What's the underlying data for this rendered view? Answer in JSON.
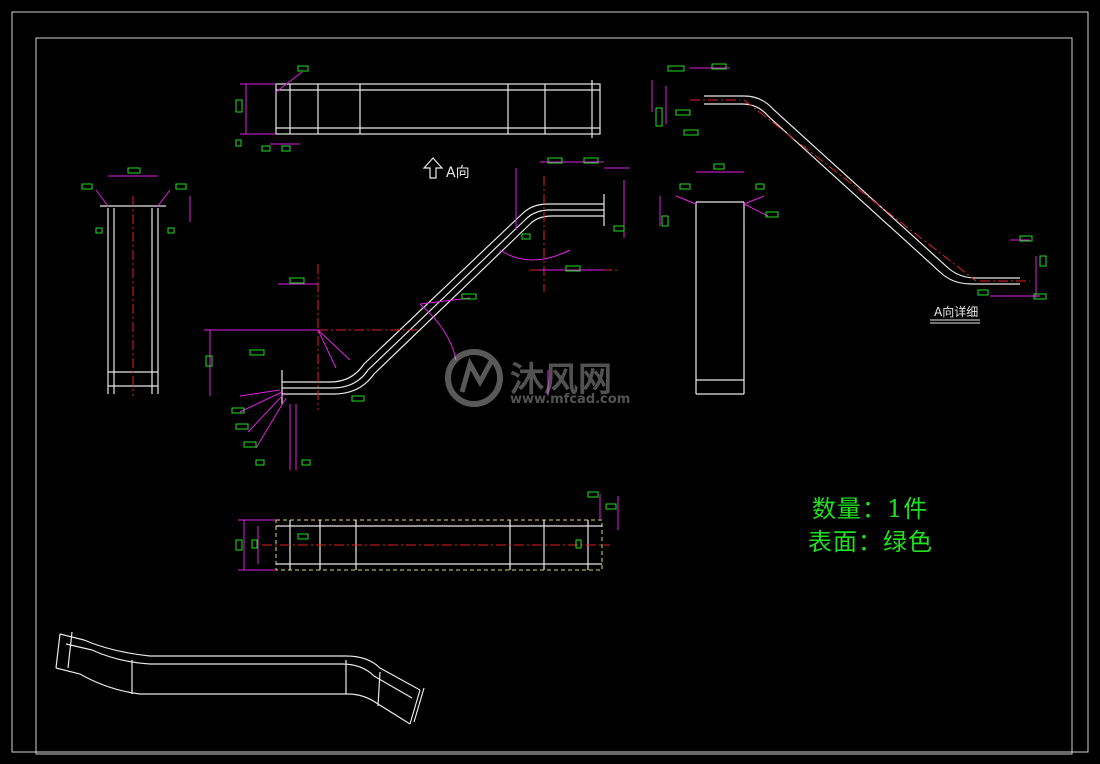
{
  "notes": {
    "quantity": "数量：1件",
    "surface": "表面：绿色"
  },
  "view_labels": {
    "view_a_arrow": "A向",
    "view_a_detail": "A向详细"
  },
  "watermark": {
    "brand": "沐风网",
    "url": "www.mfcad.com"
  },
  "colors": {
    "background": "#000000",
    "geometry": "#e8e8e8",
    "dimension": "#e020e0",
    "centerline": "#e02020",
    "text": "#20e020"
  }
}
